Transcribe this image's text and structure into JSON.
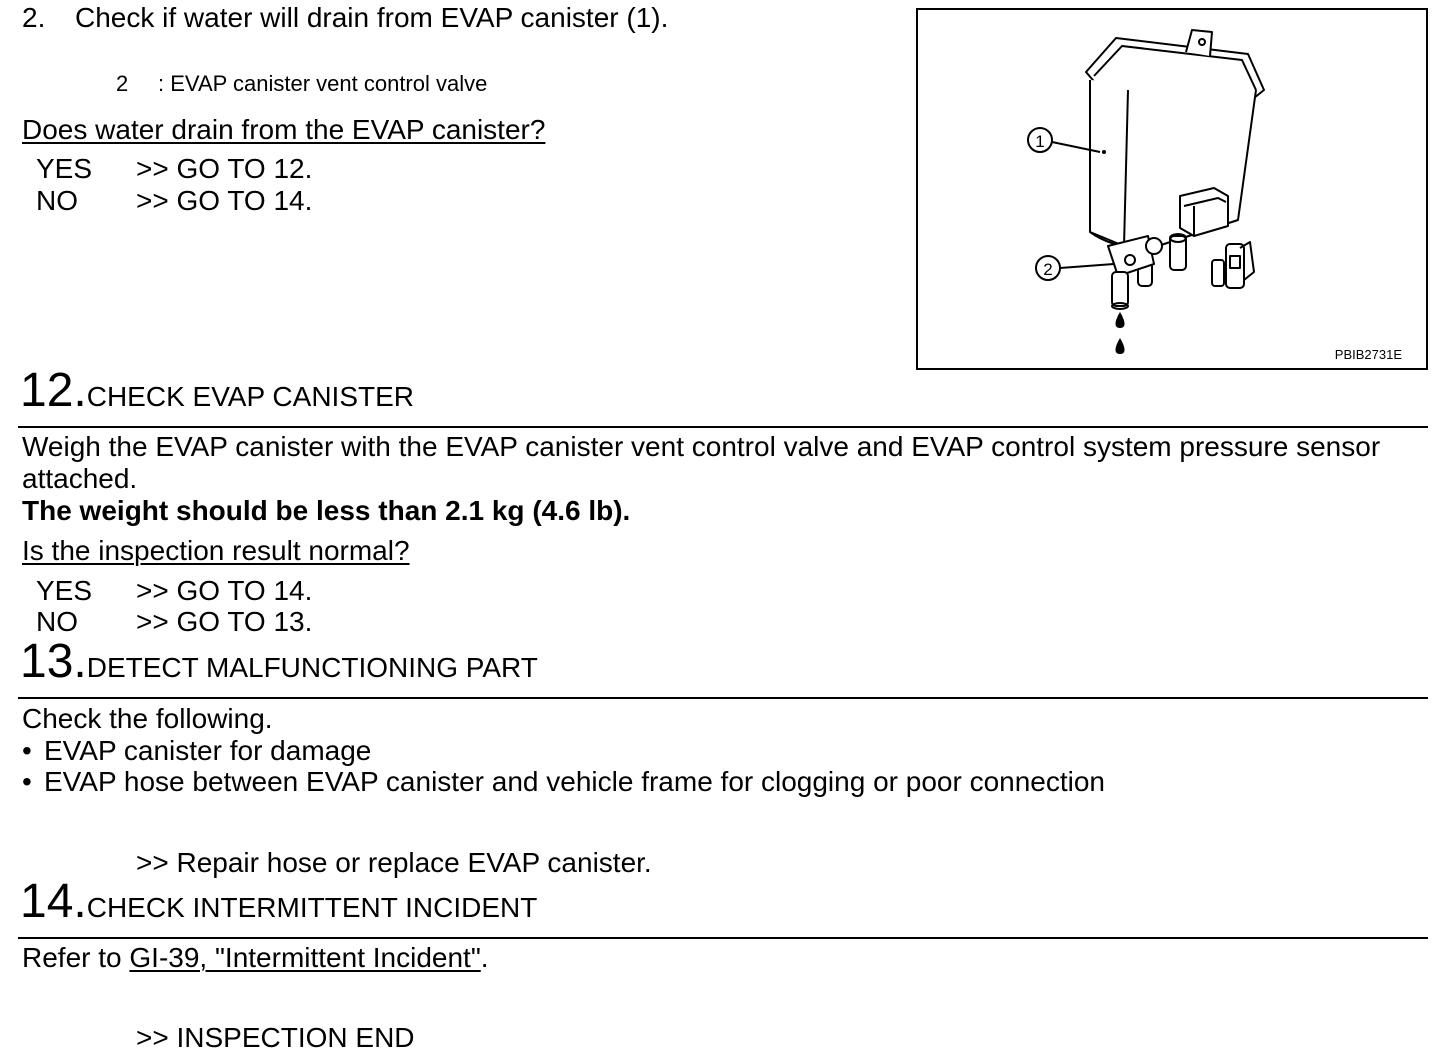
{
  "step2": {
    "number": "2.",
    "text": "Check if water will drain from EVAP canister (1).",
    "legend_num": "2",
    "legend_text": ": EVAP canister vent control valve",
    "question": "Does water drain from the EVAP canister?",
    "answers": [
      {
        "label": "YES",
        "action": ">> GO TO 12."
      },
      {
        "label": "NO",
        "action": ">> GO TO 14."
      }
    ]
  },
  "figure": {
    "id": "PBIB2731E",
    "callout1": "1",
    "callout2": "2"
  },
  "step12": {
    "number": "12.",
    "title": "CHECK EVAP CANISTER",
    "body_line1": "Weigh the EVAP canister with the EVAP canister vent control valve and EVAP control system pressure sensor",
    "body_line2": "attached.",
    "spec": "The weight should be less than 2.1 kg (4.6 lb).",
    "question": "Is the inspection result normal?",
    "answers": [
      {
        "label": "YES",
        "action": ">> GO TO 14."
      },
      {
        "label": "NO",
        "action": ">> GO TO 13."
      }
    ]
  },
  "step13": {
    "number": "13.",
    "title": "DETECT MALFUNCTIONING PART",
    "intro": "Check the following.",
    "bullets": [
      "EVAP canister for damage",
      "EVAP hose between EVAP canister and vehicle frame for clogging or poor connection"
    ],
    "action": ">> Repair hose or replace EVAP canister."
  },
  "step14": {
    "number": "14.",
    "title": "CHECK INTERMITTENT INCIDENT",
    "refer_prefix": "Refer to ",
    "refer_link": "GI-39, \"Intermittent Incident\"",
    "refer_suffix": ".",
    "action": ">> INSPECTION END"
  }
}
